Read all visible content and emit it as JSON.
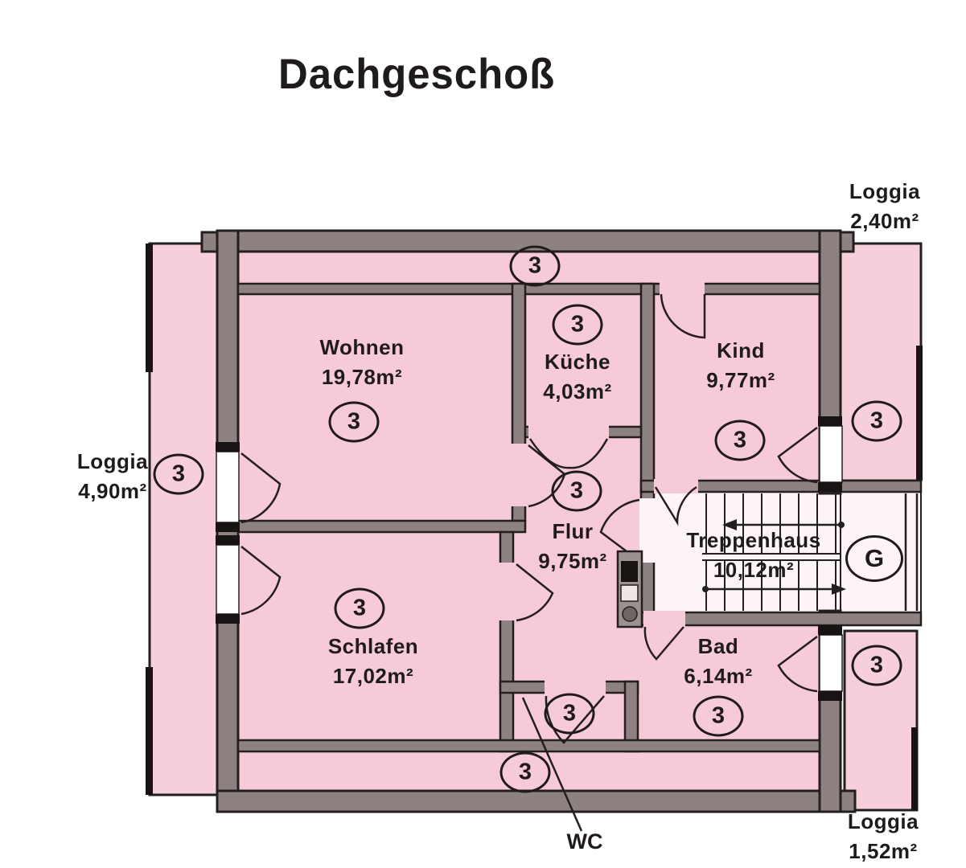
{
  "title": "Dachgeschoß",
  "plan": {
    "rooms": [
      {
        "name": "Wohnen",
        "area": "19,78m²"
      },
      {
        "name": "Küche",
        "area": "4,03m²"
      },
      {
        "name": "Kind",
        "area": "9,77m²"
      },
      {
        "name": "Flur",
        "area": "9,75m²"
      },
      {
        "name": "Treppenhaus",
        "area": "10,12m²"
      },
      {
        "name": "Schlafen",
        "area": "17,02m²"
      },
      {
        "name": "Bad",
        "area": "6,14m²"
      },
      {
        "name": "WC",
        "area": ""
      }
    ],
    "loggias": [
      {
        "name": "Loggia",
        "area": "2,40m²",
        "position": "top-right"
      },
      {
        "name": "Loggia",
        "area": "4,90m²",
        "position": "left"
      },
      {
        "name": "Loggia",
        "area": "1,52m²",
        "position": "bottom-right"
      }
    ],
    "markers": {
      "unit": "3",
      "stair": "G"
    },
    "colors": {
      "room_fill": "#f6cad8",
      "loggia_fill": "#f6cfdb",
      "stair_fill": "#fdf4f7",
      "wall_fill": "#8e8181",
      "line": "#241f1f",
      "background": "#ffffff"
    }
  }
}
